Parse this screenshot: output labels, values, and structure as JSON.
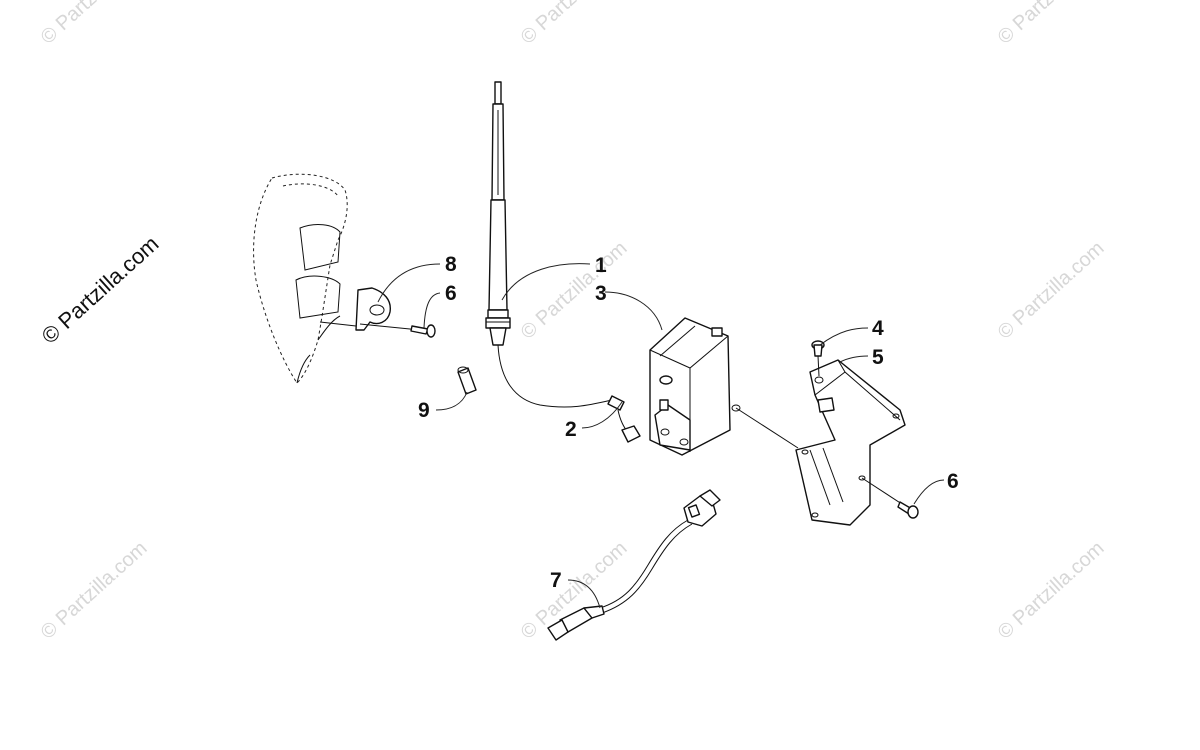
{
  "watermark": {
    "primary": "© Partzilla.com",
    "repeat": "© Partzilla.com"
  },
  "callouts": [
    {
      "id": "1",
      "label": "1"
    },
    {
      "id": "2",
      "label": "2"
    },
    {
      "id": "3",
      "label": "3"
    },
    {
      "id": "4",
      "label": "4"
    },
    {
      "id": "5",
      "label": "5"
    },
    {
      "id": "6a",
      "label": "6"
    },
    {
      "id": "6b",
      "label": "6"
    },
    {
      "id": "7",
      "label": "7"
    },
    {
      "id": "8",
      "label": "8"
    },
    {
      "id": "9",
      "label": "9"
    }
  ]
}
